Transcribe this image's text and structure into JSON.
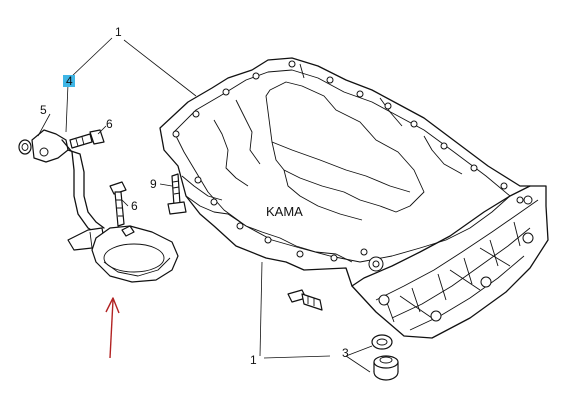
{
  "callouts": {
    "c1_top": "1",
    "c1_bottom": "1",
    "c3": "3",
    "c4": "4",
    "c5": "5",
    "c6_upper": "6",
    "c6_lower": "6",
    "c9": "9"
  },
  "watermark": "KAMA",
  "colors": {
    "highlight_badge": "#3fb6e6",
    "arrow": "#b22222",
    "ink": "#111111"
  }
}
